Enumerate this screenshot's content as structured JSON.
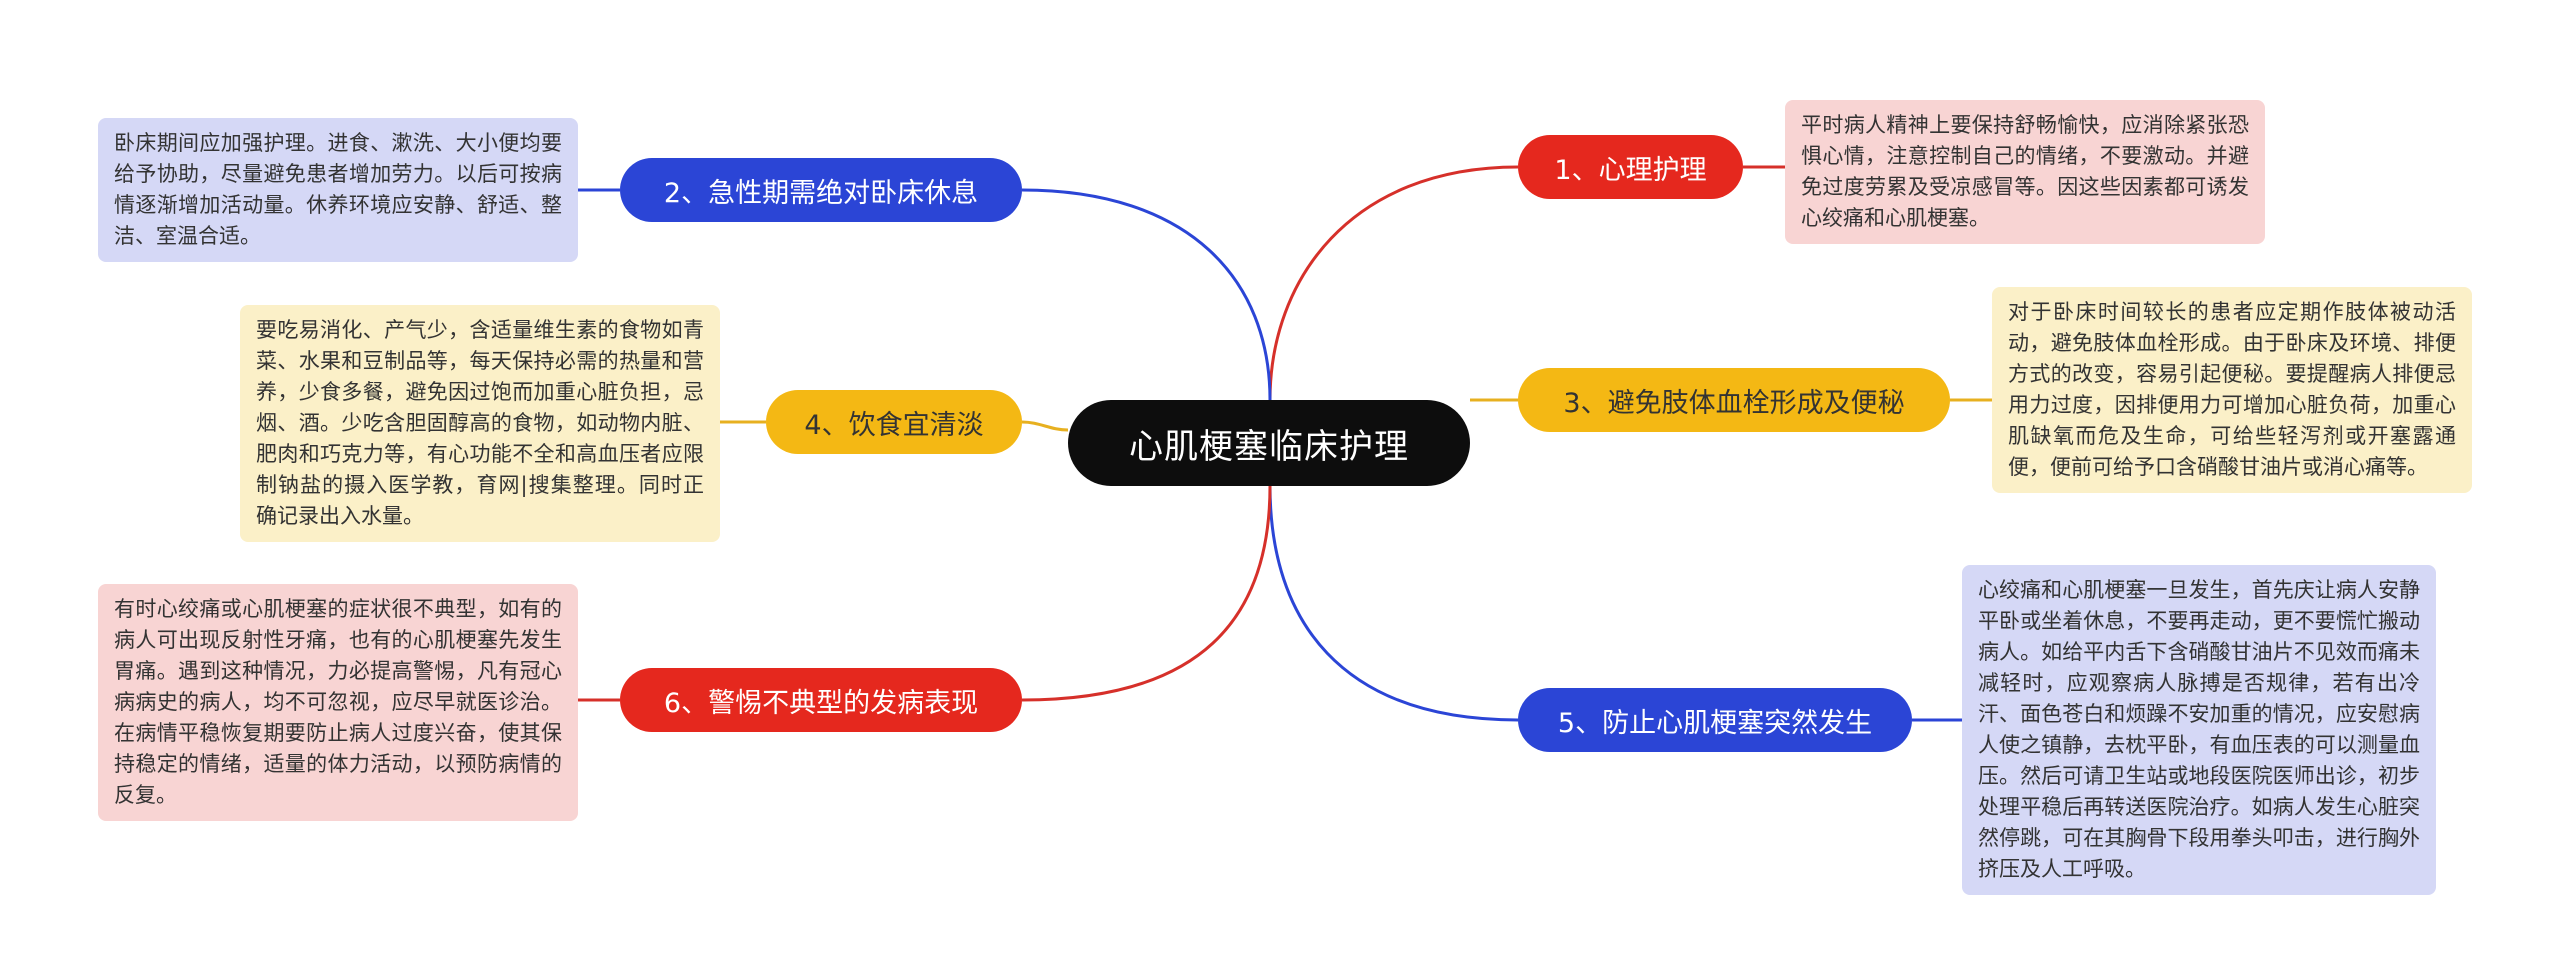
{
  "root": {
    "title": "心肌梗塞临床护理"
  },
  "branches": [
    {
      "label": "1、心理护理",
      "note": "平时病人精神上要保持舒畅愉快，应消除紧张恐惧心情，注意控制自己的情绪，不要激动。并避免过度劳累及受凉感冒等。因这些因素都可诱发心绞痛和心肌梗塞。"
    },
    {
      "label": "2、急性期需绝对卧床休息",
      "note": "卧床期间应加强护理。进食、漱洗、大小便均要给予协助，尽量避免患者增加劳力。以后可按病情逐渐增加活动量。休养环境应安静、舒适、整洁、室温合适。"
    },
    {
      "label": "3、避免肢体血栓形成及便秘",
      "note": "对于卧床时间较长的患者应定期作肢体被动活动，避免肢体血栓形成。由于卧床及环境、排便方式的改变，容易引起便秘。要提醒病人排便忌用力过度，因排便用力可增加心脏负荷，加重心肌缺氧而危及生命，可给些轻泻剂或开塞露通便，便前可给予口含硝酸甘油片或消心痛等。"
    },
    {
      "label": "4、饮食宜清淡",
      "note": "要吃易消化、产气少，含适量维生素的食物如青菜、水果和豆制品等，每天保持必需的热量和营养，少食多餐，避免因过饱而加重心脏负担，忌烟、酒。少吃含胆固醇高的食物，如动物内脏、肥肉和巧克力等，有心功能不全和高血压者应限制钠盐的摄入医学教，育网|搜集整理。同时正确记录出入水量。"
    },
    {
      "label": "5、防止心肌梗塞突然发生",
      "note": "心绞痛和心肌梗塞一旦发生，首先庆让病人安静平卧或坐着休息，不要再走动，更不要慌忙搬动病人。如给平内舌下含硝酸甘油片不见效而痛未减轻时，应观察病人脉搏是否规律，若有出冷汗、面色苍白和烦躁不安加重的情况，应安慰病人使之镇静，去枕平卧，有血压表的可以测量血压。然后可请卫生站或地段医院医师出诊，初步处理平稳后再转送医院治疗。如病人发生心脏突然停跳，可在其胸骨下段用拳头叩击，进行胸外挤压及人工呼吸。"
    },
    {
      "label": "6、警惕不典型的发病表现",
      "note": "有时心绞痛或心肌梗塞的症状很不典型，如有的病人可出现反射性牙痛，也有的心肌梗塞先发生胃痛。遇到这种情况，力必提高警惕，凡有冠心病病史的病人，均不可忽视，应尽早就医诊治。在病情平稳恢复期要防止病人过度兴奋，使其保持稳定的情绪，适量的体力活动，以预防病情的反复。"
    }
  ],
  "colors": {
    "red": "#e5281e",
    "blue": "#2b45d6",
    "yellow": "#f4b814",
    "center": "#0d0d0d"
  }
}
